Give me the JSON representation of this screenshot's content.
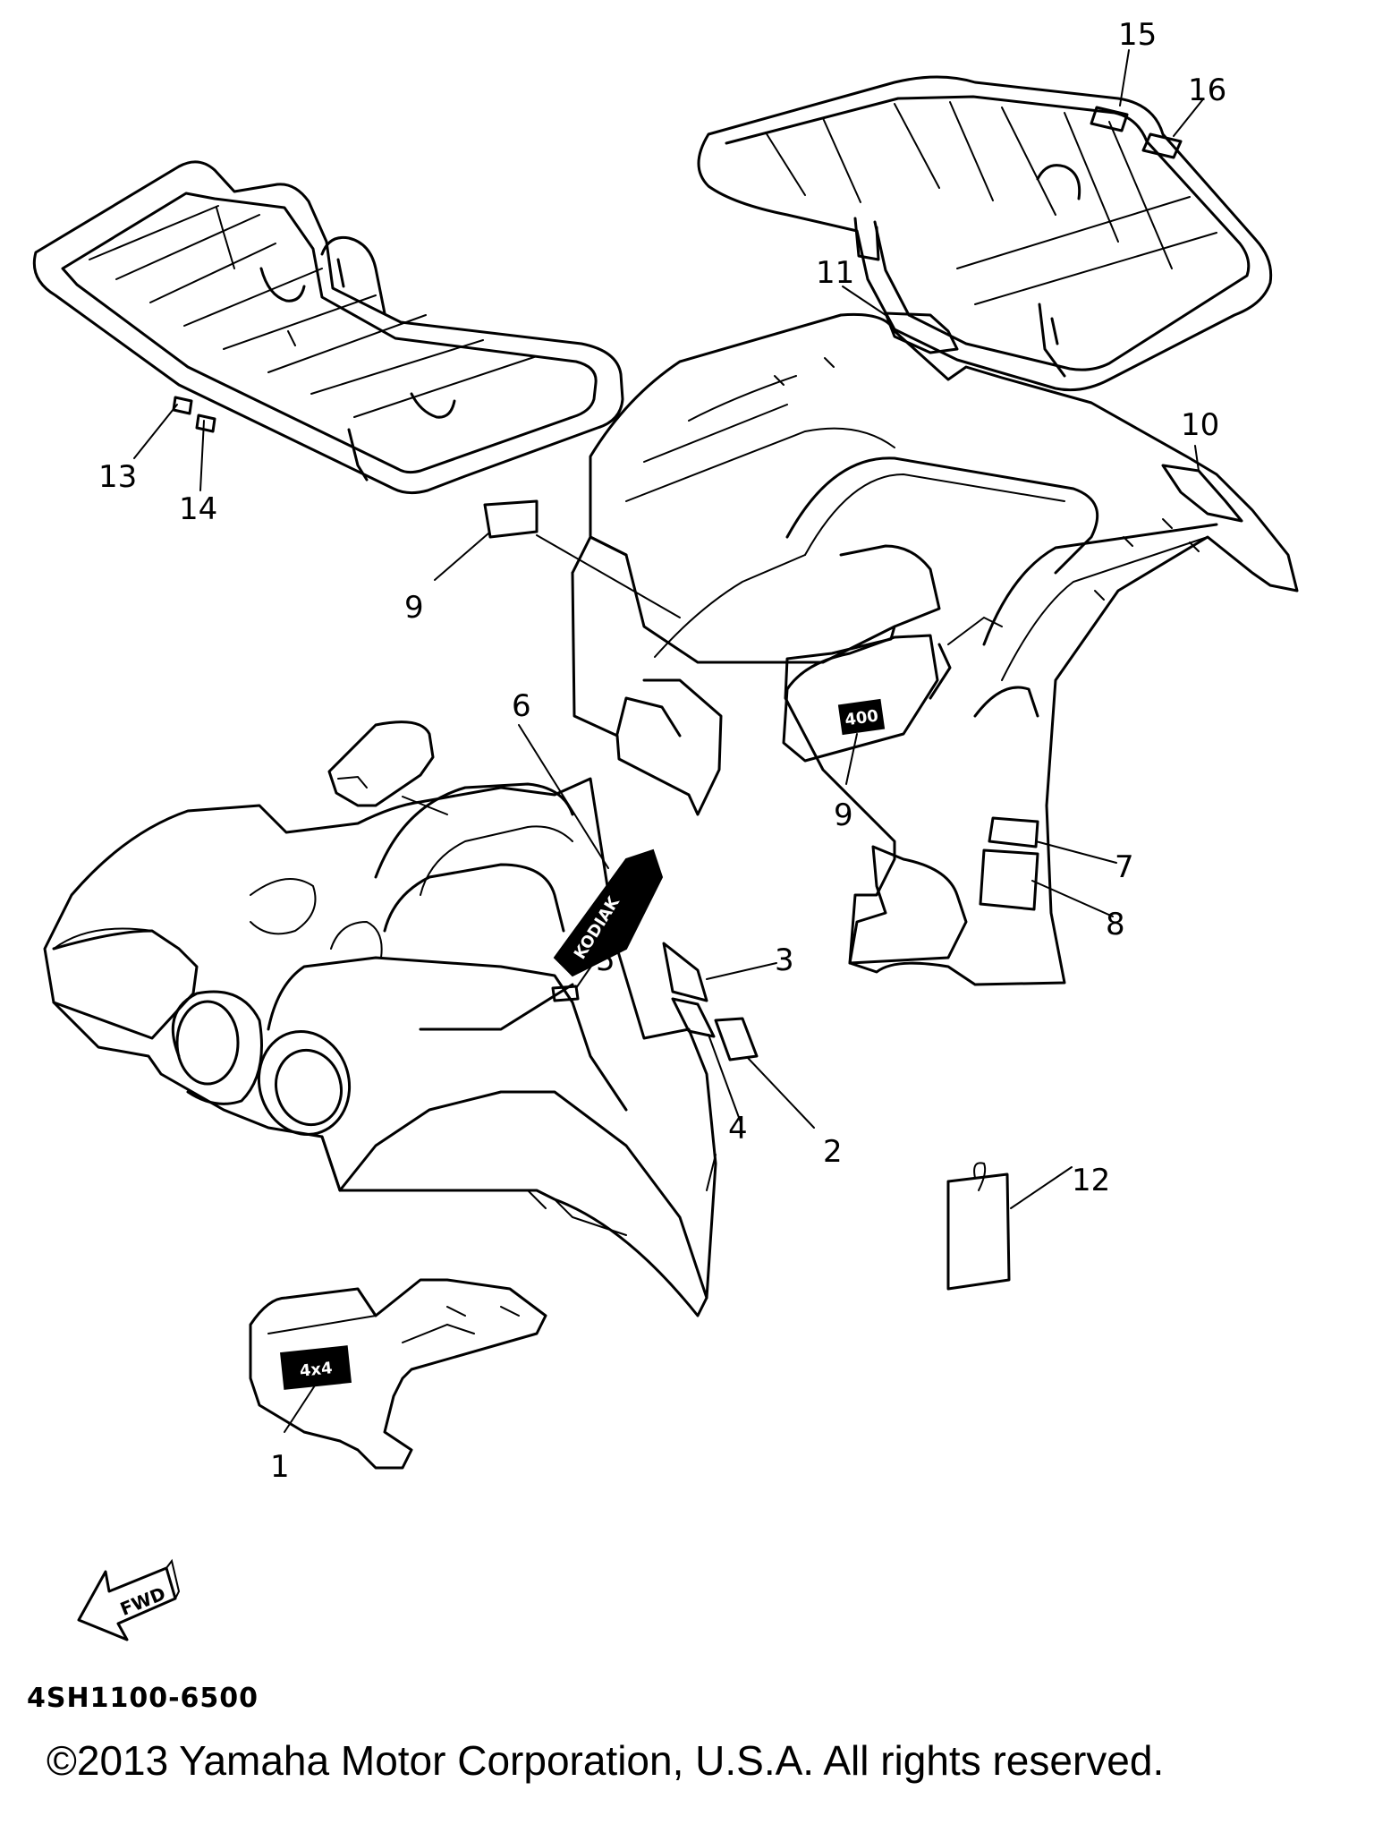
{
  "callouts": {
    "c1": "1",
    "c2": "2",
    "c3": "3",
    "c4": "4",
    "c5": "5",
    "c6": "6",
    "c7": "7",
    "c8": "8",
    "c9a": "9",
    "c9b": "9",
    "c10": "10",
    "c11": "11",
    "c12": "12",
    "c13": "13",
    "c14": "14",
    "c15": "15",
    "c16": "16"
  },
  "emblems": {
    "badge_4x4": "4x4",
    "model_400": "400",
    "kodiak": "KODIAK",
    "fwd": "FWD"
  },
  "footer": {
    "diagram_code": "4SH1100-6500",
    "copyright": "©2013 Yamaha Motor Corporation, U.S.A. All rights reserved."
  }
}
